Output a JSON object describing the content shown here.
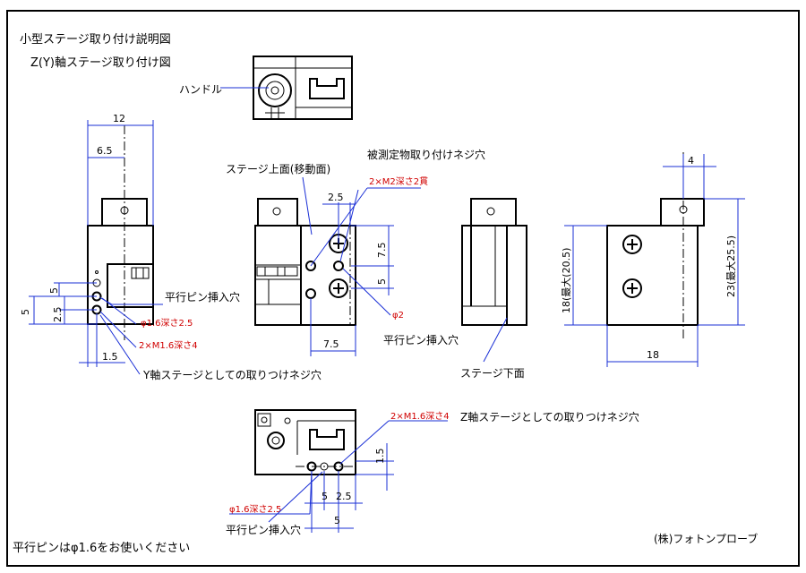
{
  "title_main": "小型ステージ取り付け説明図",
  "title_sub": "Z(Y)軸ステージ取り付け図",
  "labels": {
    "handle": "ハンドル",
    "stage_top": "ステージ上面(移動面)",
    "measured_screw": "被測定物取り付けネジ穴",
    "red_m2": "2×M2深さ2貫",
    "parallel_pin_left": "平行ピン挿入穴",
    "phi16_left": "φ1.6深さ2.5",
    "m16_left": "2×M1.6深さ4",
    "y_stage_screw": "Y軸ステージとしての取りつけネジ穴",
    "phi2": "φ2",
    "parallel_pin_mid": "平行ピン挿入穴",
    "stage_bottom": "ステージ下面",
    "height_left": "18(最大(20.5)",
    "height_right": "23(最大25.5)",
    "m16_bottom": "2×M1.6深さ4",
    "z_stage_screw": "Z軸ステージとしての取りつけネジ穴",
    "phi16_bottom": "φ1.6深さ2.5",
    "parallel_pin_bottom": "平行ピン挿入穴",
    "footer_note": "平行ピンはφ1.6をお使いください",
    "company": "(株)フォトンプローブ"
  },
  "dims": {
    "d12": "12",
    "d65": "6.5",
    "d5a": "5",
    "d5b": "5",
    "d25a": "2.5",
    "d15": "1.5",
    "d25b": "2.5",
    "d75a": "7.5",
    "d5c": "5",
    "d75b": "7.5",
    "d4": "4",
    "d18": "18",
    "d15b": "1.5",
    "d5d": "5",
    "d25c": "2.5",
    "d5e": "5"
  }
}
